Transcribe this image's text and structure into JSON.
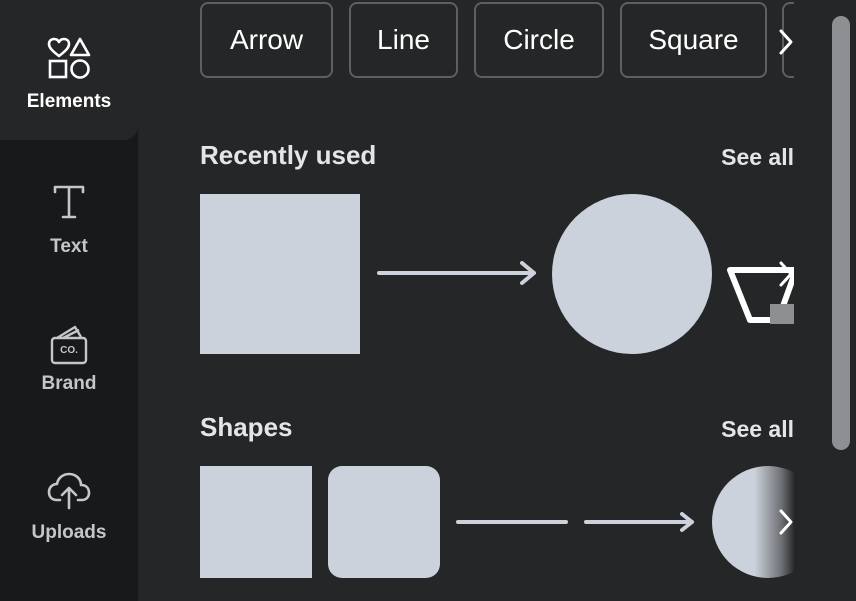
{
  "sidebar": {
    "items": [
      {
        "label": "Elements",
        "icon": "elements-icon",
        "active": true
      },
      {
        "label": "Text",
        "icon": "text-icon",
        "active": false
      },
      {
        "label": "Brand",
        "icon": "brand-icon",
        "active": false,
        "icon_text": "CO."
      },
      {
        "label": "Uploads",
        "icon": "upload-cloud-icon",
        "active": false
      }
    ]
  },
  "chips": [
    "Arrow",
    "Line",
    "Circle",
    "Square"
  ],
  "sections": {
    "recently_used": {
      "title": "Recently used",
      "see_all": "See all"
    },
    "shapes": {
      "title": "Shapes",
      "see_all": "See all"
    }
  },
  "colors": {
    "background": "#252627",
    "sidebar": "#18191b",
    "shape_fill": "#cbd2db",
    "chip_border": "#5d5f62",
    "text": "#e4e5e7"
  }
}
